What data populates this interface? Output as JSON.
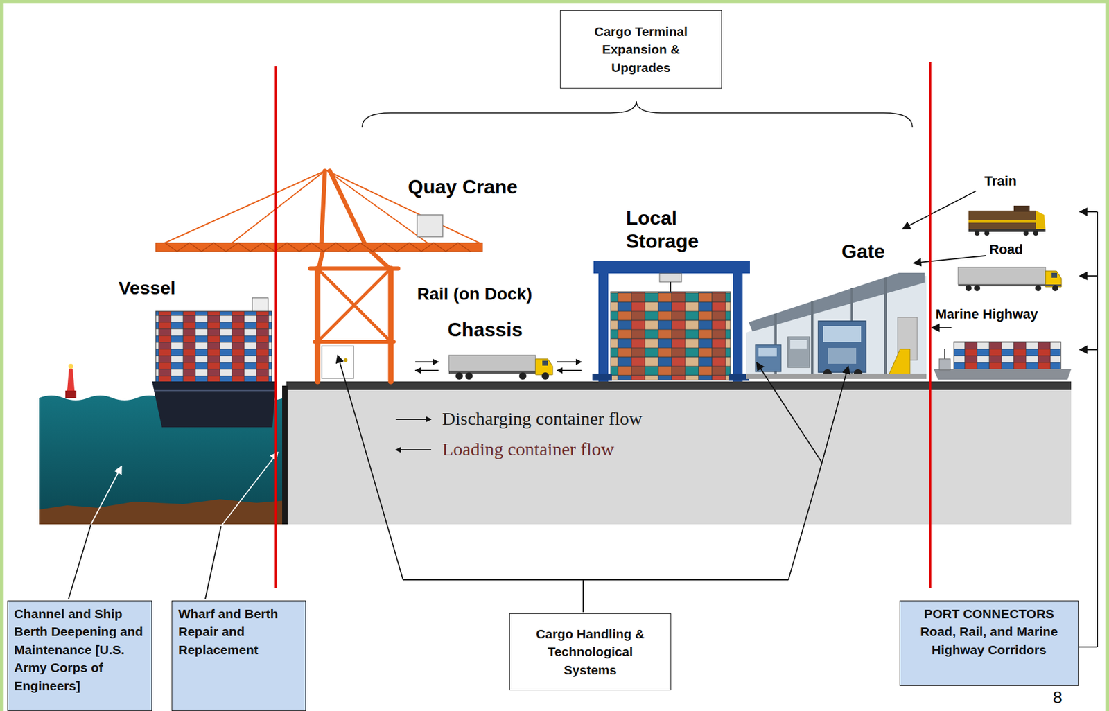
{
  "diagram": {
    "nodes": [
      {
        "text": [
          "Cargo Terminal Expansion & Upgrades"
        ]
      },
      {
        "text": [
          "Channel and Ship Berth Deepening and Maintenance [U.S. Army Corps of Engineers]"
        ]
      },
      {
        "text": [
          "Wharf and Berth Repair and Replacement"
        ]
      },
      {
        "text": [
          "Cargo Handling & Technological Systems"
        ]
      },
      {
        "text": [
          "PORT CONNECTORS",
          "Road, Rail, and Marine Highway Corridors"
        ]
      }
    ],
    "labels": [
      "Quay Crane",
      "Vessel",
      "Rail (on Dock)",
      "Chassis",
      "Local Storage",
      "Gate",
      "Train",
      "Road",
      "Marine Highway",
      "8"
    ],
    "legend": [
      {
        "text": "Discharging container flow"
      },
      {
        "text": "Loading container flow"
      }
    ]
  }
}
